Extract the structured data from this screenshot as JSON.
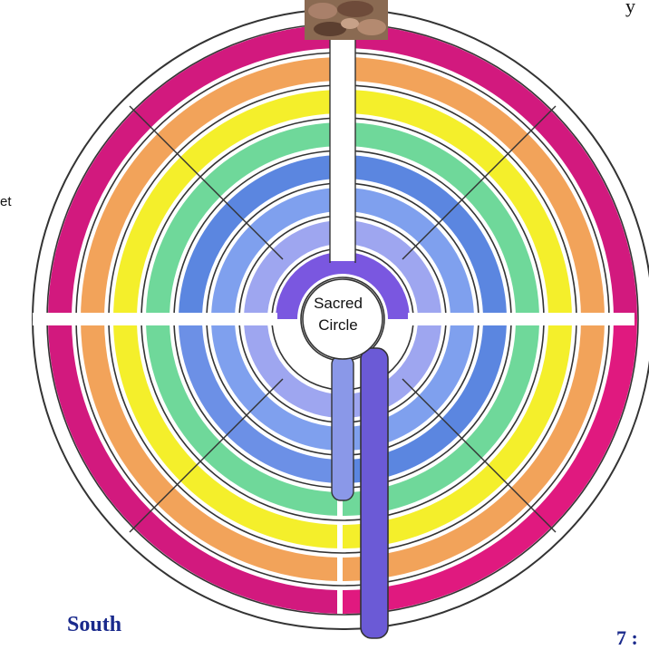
{
  "diagram": {
    "center_label_line1": "Sacred",
    "center_label_line2": "Circle",
    "direction_label": "South",
    "edge_text_left": "et",
    "edge_text_bottom_right": "7 :",
    "edge_text_top_right": "y"
  },
  "colors": {
    "circuit_magenta": "#d2197e",
    "circuit_orange": "#f2a35a",
    "circuit_yellow": "#f4ef2b",
    "circuit_green": "#6fd89a",
    "circuit_blue": "#5b86e0",
    "circuit_periwinkle": "#9ea6f0",
    "circuit_violet": "#7a57e0",
    "outline": "#333333",
    "label_navy": "#1a2a8c"
  },
  "icons": {
    "entrance": "stone-entrance-icon"
  }
}
